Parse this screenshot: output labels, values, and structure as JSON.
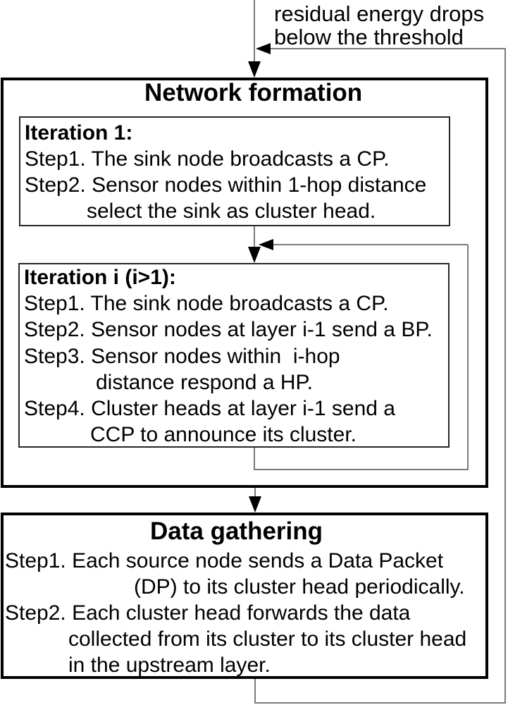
{
  "restart_label": {
    "line1": "residual energy drops",
    "line2": "below the threshold"
  },
  "network_formation": {
    "title": "Network formation",
    "iteration1": {
      "heading": "Iteration 1:",
      "steps": [
        "Step1. The sink node broadcasts a CP.",
        "Step2. Sensor nodes within 1-hop distance",
        "select the sink as cluster head."
      ]
    },
    "iteration_i": {
      "heading": "Iteration i (i>1):",
      "steps": [
        "Step1. The sink node broadcasts a CP.",
        "Step2. Sensor nodes at layer i-1 send a BP.",
        "Step3. Sensor nodes within  i-hop",
        "distance respond a HP.",
        "Step4. Cluster heads at layer i-1 send a",
        "CCP to announce its cluster."
      ]
    }
  },
  "data_gathering": {
    "title": "Data gathering",
    "steps": [
      "Step1. Each source node sends a Data Packet",
      "(DP) to its cluster head periodically.",
      "Step2. Each cluster head forwards the data",
      "collected from its cluster to its cluster head",
      "in the upstream layer."
    ]
  },
  "colors": {
    "background": "#ffffff",
    "text": "#000000",
    "outer_border": "#000000",
    "inner_border": "#262626",
    "connector_line": "#7a7a7a",
    "arrowhead": "#000000"
  }
}
